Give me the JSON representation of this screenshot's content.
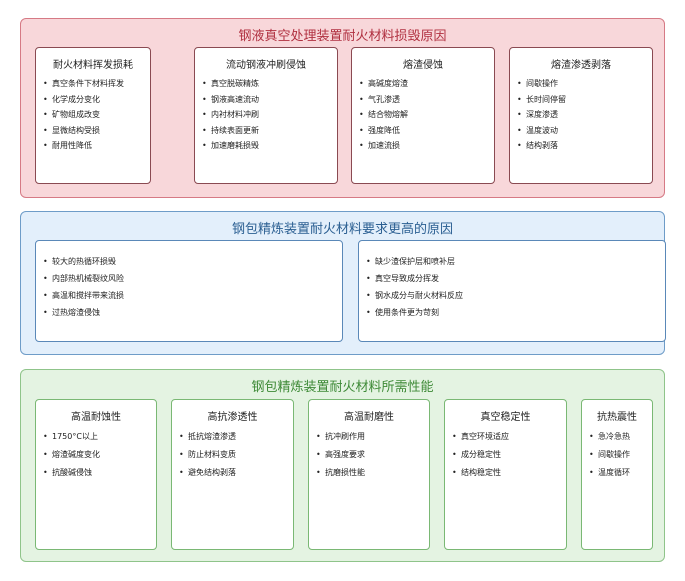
{
  "section1": {
    "title": "钢液真空处理装置耐火材料损毁原因",
    "cards": [
      {
        "title": "耐火材料挥发损耗",
        "items": [
          "真空条件下材料挥发",
          "化学成分变化",
          "矿物组成改变",
          "显微结构受损",
          "耐用性降低"
        ]
      },
      {
        "title": "流动钢液冲刷侵蚀",
        "items": [
          "真空脱碳精炼",
          "钢液高速流动",
          "内衬材料冲刷",
          "持续表面更新",
          "加速磨耗损毁"
        ]
      },
      {
        "title": "熔渣侵蚀",
        "items": [
          "高碱度熔渣",
          "气孔渗透",
          "结合物熔解",
          "强度降低",
          "加速流损"
        ]
      },
      {
        "title": "熔渣渗透剥落",
        "items": [
          "间歇操作",
          "长时间停留",
          "深度渗透",
          "温度波动",
          "结构剥落"
        ]
      }
    ]
  },
  "section2": {
    "title": "钢包精炼装置耐火材料要求更高的原因",
    "cards": [
      {
        "items": [
          "较大的热循环损毁",
          "内部热机械裂纹风险",
          "高温和搅拌带来流损",
          "过热熔渣侵蚀"
        ]
      },
      {
        "items": [
          "缺少渣保护层和喷补层",
          "真空导致成分挥发",
          "钢水成分与耐火材料反应",
          "使用条件更为苛刻"
        ]
      }
    ]
  },
  "section3": {
    "title": "钢包精炼装置耐火材料所需性能",
    "cards": [
      {
        "title": "高温耐蚀性",
        "items": [
          "1750°C以上",
          "熔渣碱度变化",
          "抗酸碱侵蚀"
        ]
      },
      {
        "title": "高抗渗透性",
        "items": [
          "抵抗熔渣渗透",
          "防止材料变质",
          "避免结构剥落"
        ]
      },
      {
        "title": "高温耐磨性",
        "items": [
          "抗冲刷作用",
          "高强度要求",
          "抗磨损性能"
        ]
      },
      {
        "title": "真空稳定性",
        "items": [
          "真空环境适应",
          "成分稳定性",
          "结构稳定性"
        ]
      },
      {
        "title": "抗热震性",
        "items": [
          "急冷急热",
          "间歇操作",
          "温度循环"
        ]
      }
    ]
  }
}
